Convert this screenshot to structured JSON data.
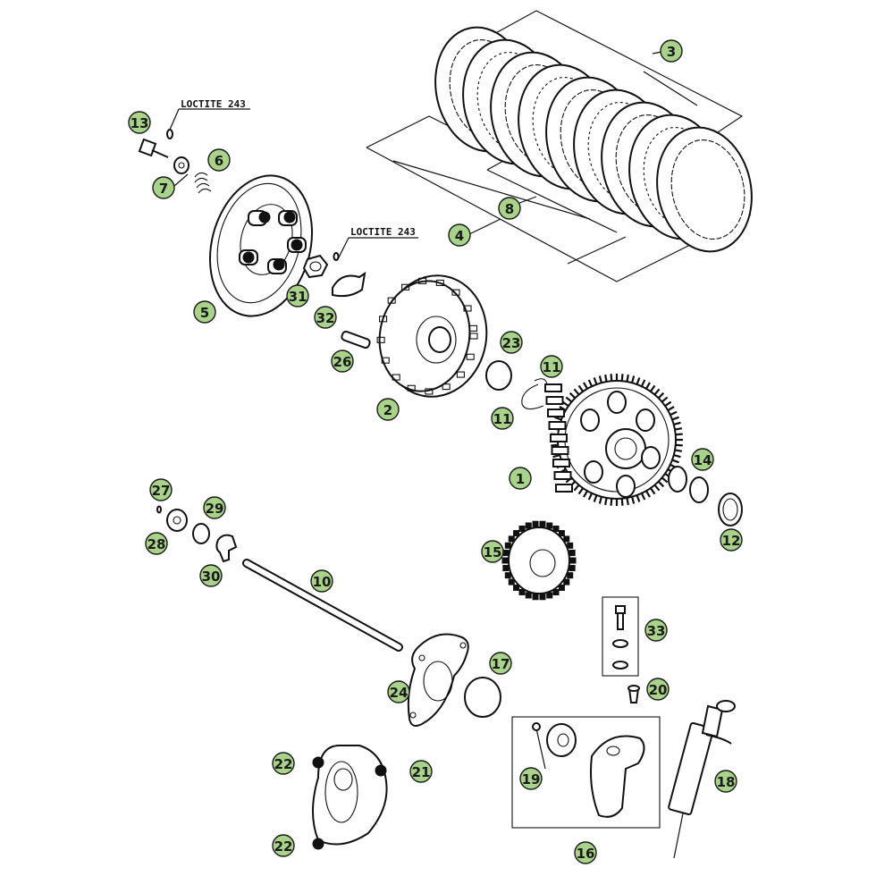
{
  "notes": {
    "loctite_upper": "LOCTITE 243",
    "loctite_lower": "LOCTITE 243"
  },
  "callouts": [
    {
      "id": "c3",
      "label": "3"
    },
    {
      "id": "c13",
      "label": "13"
    },
    {
      "id": "c6",
      "label": "6"
    },
    {
      "id": "c7",
      "label": "7"
    },
    {
      "id": "c8",
      "label": "8"
    },
    {
      "id": "c4",
      "label": "4"
    },
    {
      "id": "c5",
      "label": "5"
    },
    {
      "id": "c31",
      "label": "31"
    },
    {
      "id": "c32",
      "label": "32"
    },
    {
      "id": "c23",
      "label": "23"
    },
    {
      "id": "c26",
      "label": "26"
    },
    {
      "id": "c11a",
      "label": "11"
    },
    {
      "id": "c11b",
      "label": "11"
    },
    {
      "id": "c2",
      "label": "2"
    },
    {
      "id": "c1",
      "label": "1"
    },
    {
      "id": "c14",
      "label": "14"
    },
    {
      "id": "c12",
      "label": "12"
    },
    {
      "id": "c27",
      "label": "27"
    },
    {
      "id": "c29",
      "label": "29"
    },
    {
      "id": "c28",
      "label": "28"
    },
    {
      "id": "c30",
      "label": "30"
    },
    {
      "id": "c10",
      "label": "10"
    },
    {
      "id": "c15",
      "label": "15"
    },
    {
      "id": "c33",
      "label": "33"
    },
    {
      "id": "c17",
      "label": "17"
    },
    {
      "id": "c24",
      "label": "24"
    },
    {
      "id": "c20",
      "label": "20"
    },
    {
      "id": "c22a",
      "label": "22"
    },
    {
      "id": "c21",
      "label": "21"
    },
    {
      "id": "c19",
      "label": "19"
    },
    {
      "id": "c18",
      "label": "18"
    },
    {
      "id": "c22b",
      "label": "22"
    },
    {
      "id": "c16",
      "label": "16"
    }
  ]
}
